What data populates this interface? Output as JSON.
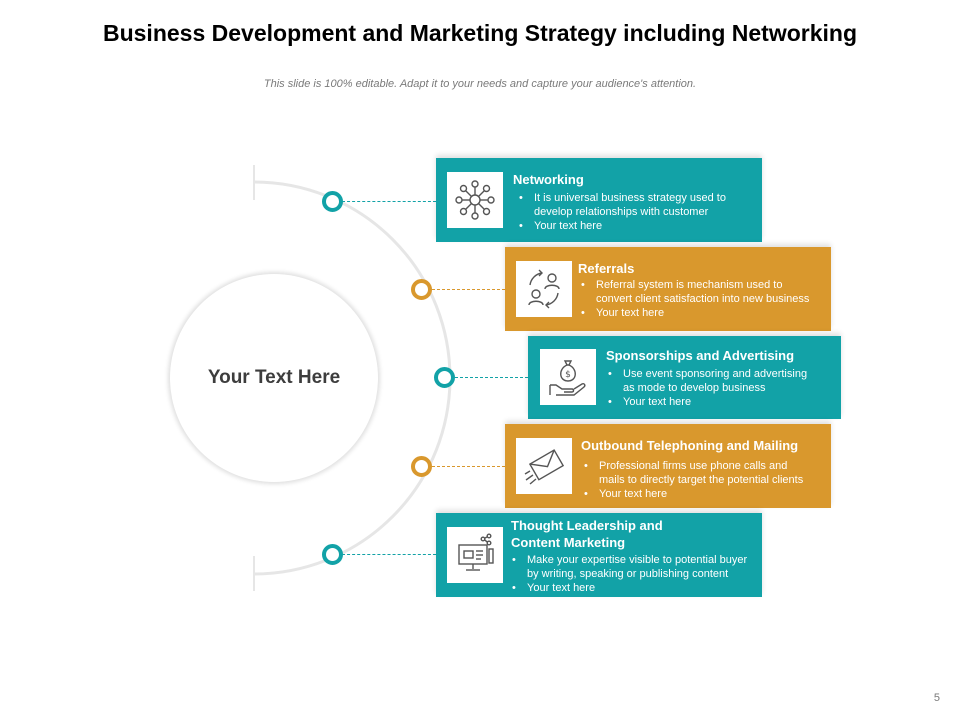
{
  "header": {
    "title": "Business Development and Marketing Strategy including Networking",
    "subtitle": "This slide is 100% editable. Adapt it to your needs and capture your audience's attention."
  },
  "center": {
    "text": "Your Text Here"
  },
  "colors": {
    "teal": "#12a2a7",
    "orange": "#d9982d",
    "arc": "#e6e6e6"
  },
  "cards": [
    {
      "title": "Networking",
      "icon": "network-hub-icon",
      "color": "teal",
      "bullets": [
        "It is universal business strategy used to\ndevelop relationships with customer",
        "Your text here"
      ]
    },
    {
      "title": "Referrals",
      "icon": "referral-people-cycle-icon",
      "color": "orange",
      "bullets": [
        "Referral system is mechanism used to\nconvert client satisfaction into new business",
        "Your text here"
      ]
    },
    {
      "title": "Sponsorships and Advertising",
      "icon": "hand-money-bag-icon",
      "color": "teal",
      "bullets": [
        "Use event sponsoring and advertising\nas mode to develop business",
        "Your text here"
      ]
    },
    {
      "title": "Outbound Telephoning and Mailing",
      "icon": "envelope-send-icon",
      "color": "orange",
      "bullets": [
        "Professional firms use phone calls and\nmails to directly target the potential clients",
        "Your text here"
      ]
    },
    {
      "title": "Thought Leadership and\nContent Marketing",
      "icon": "monitor-content-icon",
      "color": "teal",
      "bullets": [
        "Make your expertise visible to potential buyer\nby writing, speaking or publishing content",
        "Your text here"
      ]
    }
  ],
  "footer": {
    "page_number": "5"
  }
}
